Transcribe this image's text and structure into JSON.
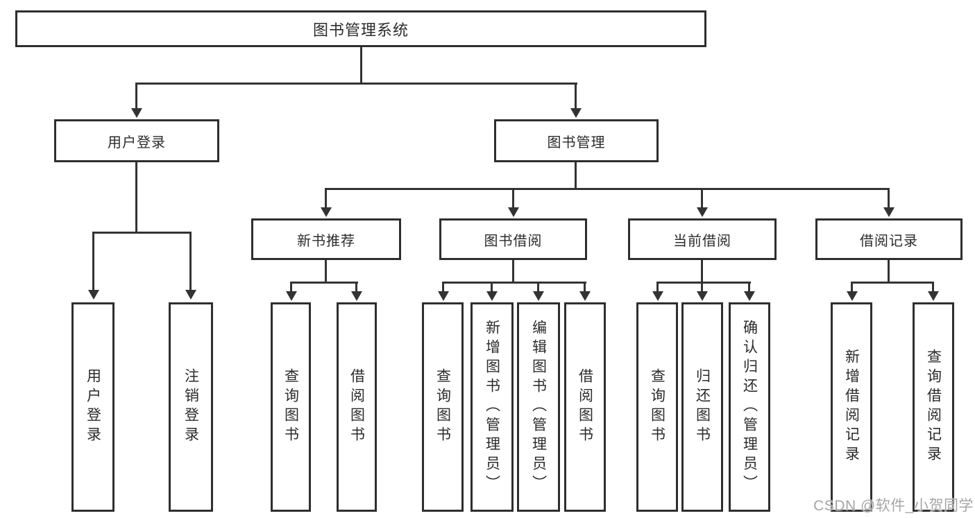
{
  "diagram": {
    "title": "图书管理系统",
    "nodes": {
      "root": "图书管理系统",
      "user_login": "用户登录",
      "book_mgmt": "图书管理",
      "new_book_rec": "新书推荐",
      "book_borrow": "图书借阅",
      "current_borrow": "当前借阅",
      "borrow_record": "借阅记录"
    },
    "leaves": {
      "user_login_children": [
        "用户登录",
        "注销登录"
      ],
      "new_book_rec_children": [
        "查询图书",
        "借阅图书"
      ],
      "book_borrow_children": [
        "查询图书",
        "新增图书（管理员）",
        "编辑图书（管理员）",
        "借阅图书"
      ],
      "current_borrow_children": [
        "查询图书",
        "归还图书",
        "确认归还（管理员）"
      ],
      "borrow_record_children": [
        "新增借阅记录",
        "查询借阅记录"
      ]
    }
  },
  "watermark": {
    "text": "CSDN @软件_小贺同学",
    "color": "#a5a5a5"
  },
  "colors": {
    "background": "#ffffff",
    "line": "#333333",
    "box_border": "#2e2e2e",
    "text": "#2b2b2b"
  }
}
